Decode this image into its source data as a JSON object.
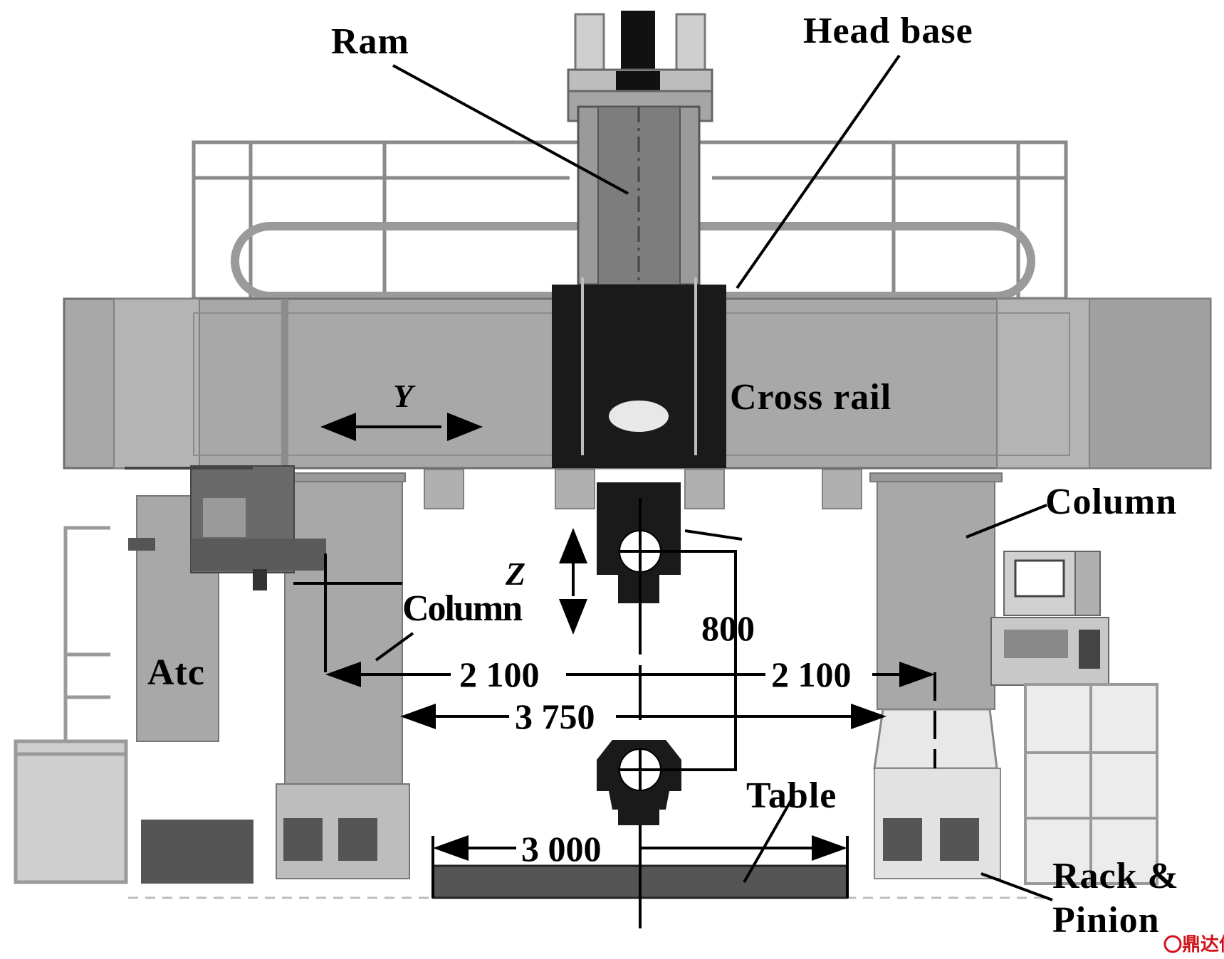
{
  "labels": {
    "ram": "Ram",
    "head_base": "Head base",
    "cross_rail": "Cross rail",
    "column_right": "Column",
    "column_left": "Column",
    "atc": "Atc",
    "table": "Table",
    "rack_pinion_line1": "Rack &",
    "rack_pinion_line2": "Pinion"
  },
  "axes": {
    "y": "Y",
    "z": "Z"
  },
  "dimensions": {
    "column_offset_left": "2 100",
    "column_offset_right": "2 100",
    "column_spacing": "3 750",
    "table_length": "3 000",
    "ram_stroke": "800"
  },
  "watermark": "鼎达信",
  "colors": {
    "machine_fill": "#a8a8a8",
    "machine_light": "#cfcfcf",
    "head_dark": "#1a1a1a",
    "line": "#000000",
    "watermark": "#d0131a"
  }
}
